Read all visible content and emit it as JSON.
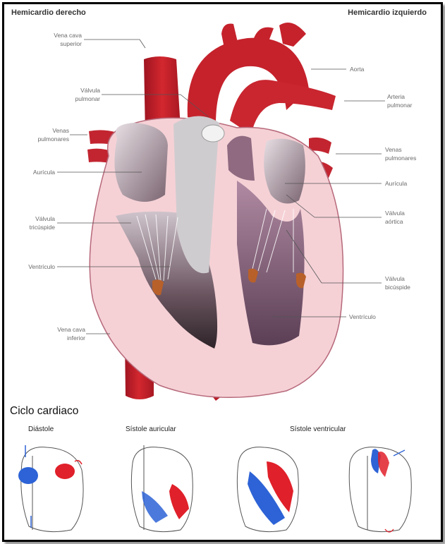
{
  "headings": {
    "right_heart": "Hemicardio derecho",
    "left_heart": "Hemicardio izquierdo"
  },
  "labels": {
    "vena_cava_superior": "Vena cava\nsuperior",
    "valvula_pulmonar": "Válvula\npulmonar",
    "venas_pulmonares_left": "Venas\npulmonares",
    "auricula_left": "Aurícula",
    "valvula_tricuspide": "Válvula\ntricúspide",
    "ventriculo_left": "Ventrículo",
    "vena_cava_inferior": "Vena cava\ninferior",
    "aorta": "Aorta",
    "arteria_pulmonar": "Arteria\npulmonar",
    "venas_pulmonares_right": "Venas\npulmonares",
    "auricula_right": "Aurícula",
    "valvula_aortica": "Válvula\naórtica",
    "valvula_bicuspide": "Válvula\nbicúspide",
    "ventriculo_right": "Ventrículo"
  },
  "cycle": {
    "title": "Ciclo cardiaco",
    "diastole": "Diástole",
    "sistole_auricular": "Sístole auricular",
    "sistole_ventricular": "Sístole ventricular"
  },
  "colors": {
    "vessel_red": "#c8202a",
    "heart_pink": "#f6d4d8",
    "chamber_dark": "#4a3a44",
    "deoxygenated_blue": "#2d63d6",
    "oxygenated_red": "#e0202a"
  }
}
